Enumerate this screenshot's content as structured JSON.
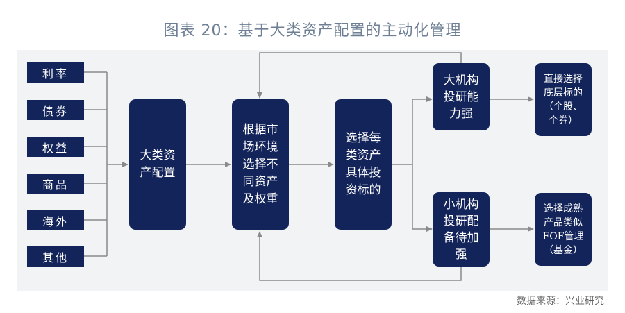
{
  "title": "图表 20：基于大类资产配置的主动化管理",
  "assets": [
    "利率",
    "债券",
    "权益",
    "商品",
    "海外",
    "其他"
  ],
  "nodes": {
    "allocation": "大类资产配置",
    "weights": "根据市\n场环境\n选择不\n同资产\n及权重",
    "targets": "选择每\n类资产\n具体投\n资标的",
    "strong": "大机构\n投研能\n力强",
    "weak": "小机构\n投研配\n备待加\n强",
    "direct": "直接选择\n底层标的\n（个股、\n个券）",
    "fof": "选择成熟\n产品类似\nFOF管理\n（基金）"
  },
  "source": "数据来源：兴业研究",
  "colors": {
    "node": "#13245a",
    "line": "#8a8a8a",
    "title": "#6e7f95",
    "panel": "#f2f3f5"
  }
}
